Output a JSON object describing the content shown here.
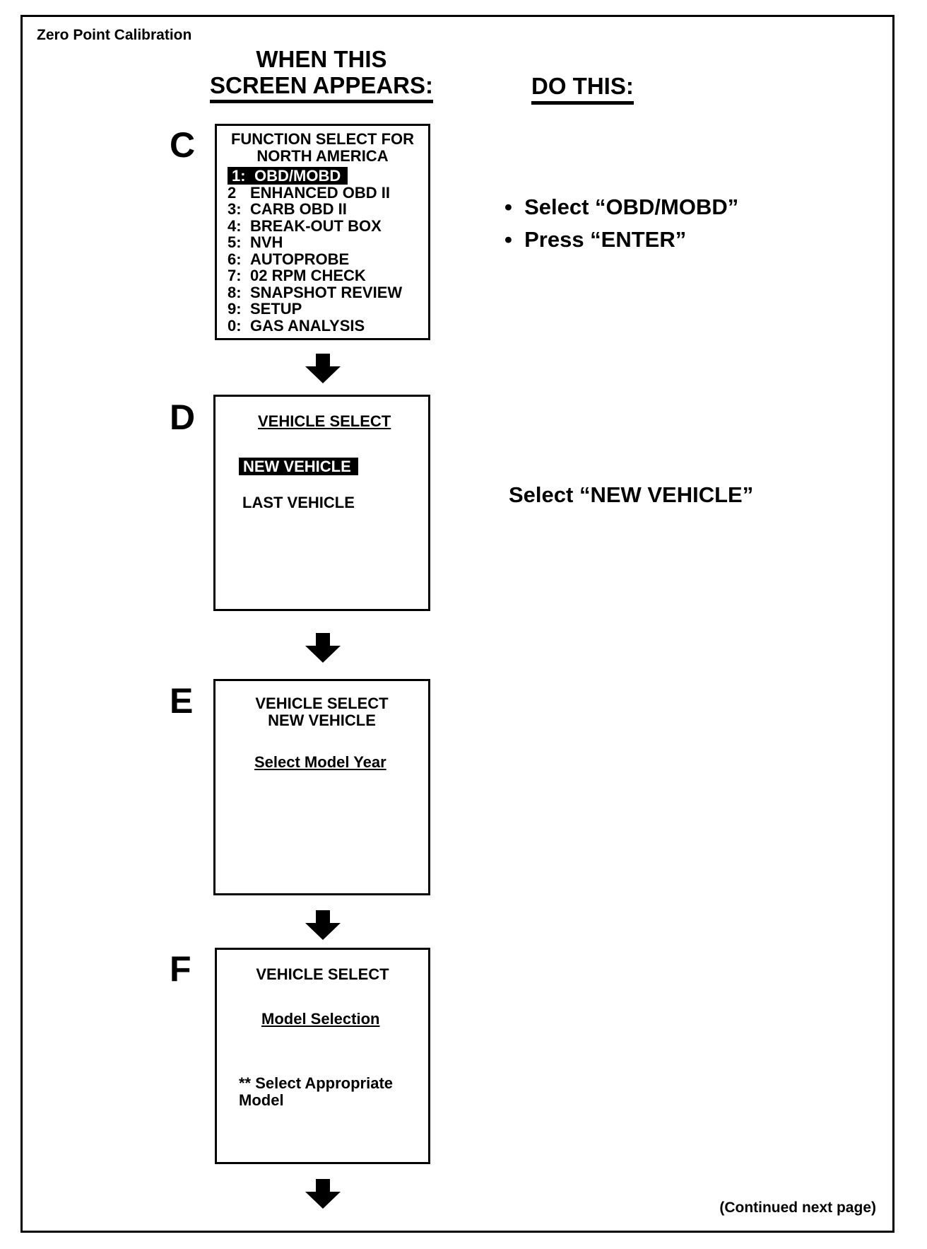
{
  "document_title": "Zero Point Calibration",
  "columns": {
    "left_line1": "WHEN THIS",
    "left_line2": "SCREEN APPEARS:",
    "right": "DO THIS:"
  },
  "steps": {
    "c": {
      "letter": "C",
      "screen_title1": "FUNCTION SELECT FOR",
      "screen_title2": "NORTH AMERICA",
      "menu": [
        {
          "num": "1:",
          "label": "OBD/MOBD",
          "highlighted": true
        },
        {
          "num": "2",
          "label": "ENHANCED OBD II"
        },
        {
          "num": "3:",
          "label": "CARB OBD II"
        },
        {
          "num": "4:",
          "label": "BREAK-OUT BOX"
        },
        {
          "num": "5:",
          "label": "NVH"
        },
        {
          "num": "6:",
          "label": "AUTOPROBE"
        },
        {
          "num": "7:",
          "label": "02 RPM CHECK"
        },
        {
          "num": "8:",
          "label": "SNAPSHOT REVIEW"
        },
        {
          "num": "9:",
          "label": "SETUP"
        },
        {
          "num": "0:",
          "label": "GAS ANALYSIS"
        }
      ],
      "instructions": [
        "Select “OBD/MOBD”",
        "Press “ENTER”"
      ]
    },
    "d": {
      "letter": "D",
      "screen_title": "VEHICLE SELECT",
      "option_selected": "NEW VEHICLE",
      "option_other": "LAST VEHICLE",
      "instruction": "Select “NEW VEHICLE”"
    },
    "e": {
      "letter": "E",
      "line1": "VEHICLE SELECT",
      "line2": "NEW VEHICLE",
      "prompt": "Select Model Year"
    },
    "f": {
      "letter": "F",
      "line1": "VEHICLE SELECT",
      "prompt": "Model Selection",
      "note1": "** Select Appropriate",
      "note2": "Model"
    }
  },
  "footer": "(Continued next page)"
}
